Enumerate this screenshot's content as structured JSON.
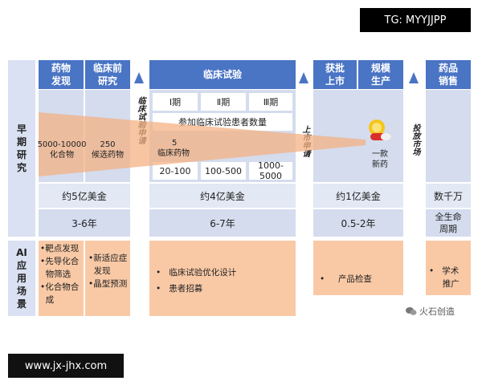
{
  "top_badge": "TG: MYYJJPP",
  "bottom_badge": "www.jx-jhx.com",
  "watermark": "火石创造",
  "row_labels": {
    "early": [
      "早",
      "期",
      "研",
      "究"
    ],
    "ai": [
      "AI",
      "应",
      "用",
      "场",
      "景"
    ]
  },
  "headers": {
    "drug_discovery": [
      "药物",
      "发现"
    ],
    "preclinical": [
      "临床前",
      "研究"
    ],
    "clinical": "临床试验",
    "approval": [
      "获批",
      "上市"
    ],
    "scale": [
      "规模",
      "生产"
    ],
    "sales": [
      "药品",
      "销售"
    ]
  },
  "transitions": {
    "clinical_application": "临床试验申请",
    "market_application": "上市申请",
    "market_launch": "投放市场"
  },
  "phases": [
    "Ⅰ期",
    "Ⅱ期",
    "Ⅲ期"
  ],
  "patients_label": "参加临床试验患者数量",
  "patient_ranges": [
    "20-100",
    "100-500",
    "1000-5000"
  ],
  "compounds": [
    "5000-10000",
    "化合物"
  ],
  "candidates": [
    "250",
    "候选药物"
  ],
  "clinical_drugs": [
    "5",
    "临床药物"
  ],
  "new_drug": [
    "一款",
    "新药"
  ],
  "costs": {
    "early": "约5亿美金",
    "clinical": "约4亿美金",
    "approval": "约1亿美金",
    "sales": "数千万"
  },
  "durations": {
    "early": "3-6年",
    "clinical": "6-7年",
    "approval": "0.5-2年",
    "sales": [
      "全生命",
      "周期"
    ]
  },
  "ai_scenarios": {
    "discovery": [
      "•靶点发现",
      "•先导化合",
      "  物筛选",
      "•化合物合",
      "  成"
    ],
    "preclinical": [
      "•新适应症",
      "  发现",
      "•晶型预测"
    ],
    "clinical": [
      "•   临床试验优化设计",
      "•   患者招募"
    ],
    "approval": [
      "•     产品检查"
    ],
    "sales": [
      "•   学术",
      "     推广"
    ]
  },
  "colors": {
    "header": "#4a74c4",
    "panel": "#d9e1f2",
    "ai": "#f9c9a6",
    "arrow": "#f4b183"
  }
}
